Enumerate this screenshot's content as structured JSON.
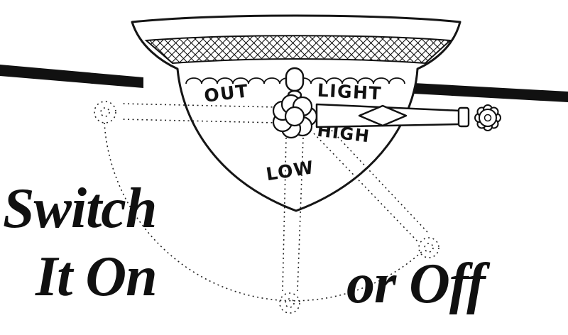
{
  "page": {
    "paper_color": "#ffffff",
    "ink_color": "#111111"
  },
  "illustration": {
    "labels": {
      "out": "OUT",
      "light": "LIGHT",
      "high": "HIGH",
      "low": "LOW"
    }
  },
  "headline": {
    "line1": "Switch",
    "line2": "It On",
    "line3": "or Off"
  }
}
